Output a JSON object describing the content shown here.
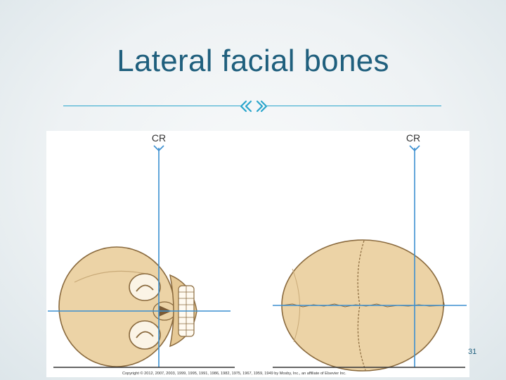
{
  "slide": {
    "title": "Lateral facial bones",
    "page_number": "31"
  },
  "figure": {
    "left_cr_label": "CR",
    "right_cr_label": "CR",
    "copyright": "Copyright © 2012, 2007, 2003, 1999, 1995, 1991, 1986, 1982, 1975, 1967, 1959, 1949 by Mosby, Inc., an affiliate of Elsevier Inc."
  },
  "colors": {
    "title": "#1f5f7d",
    "accent_rule": "#2aa6cc",
    "central_ray": "#3b8fd0",
    "bone_fill": "#ecd3a6"
  },
  "icons": {
    "divider": "divider-ornament-icon"
  }
}
